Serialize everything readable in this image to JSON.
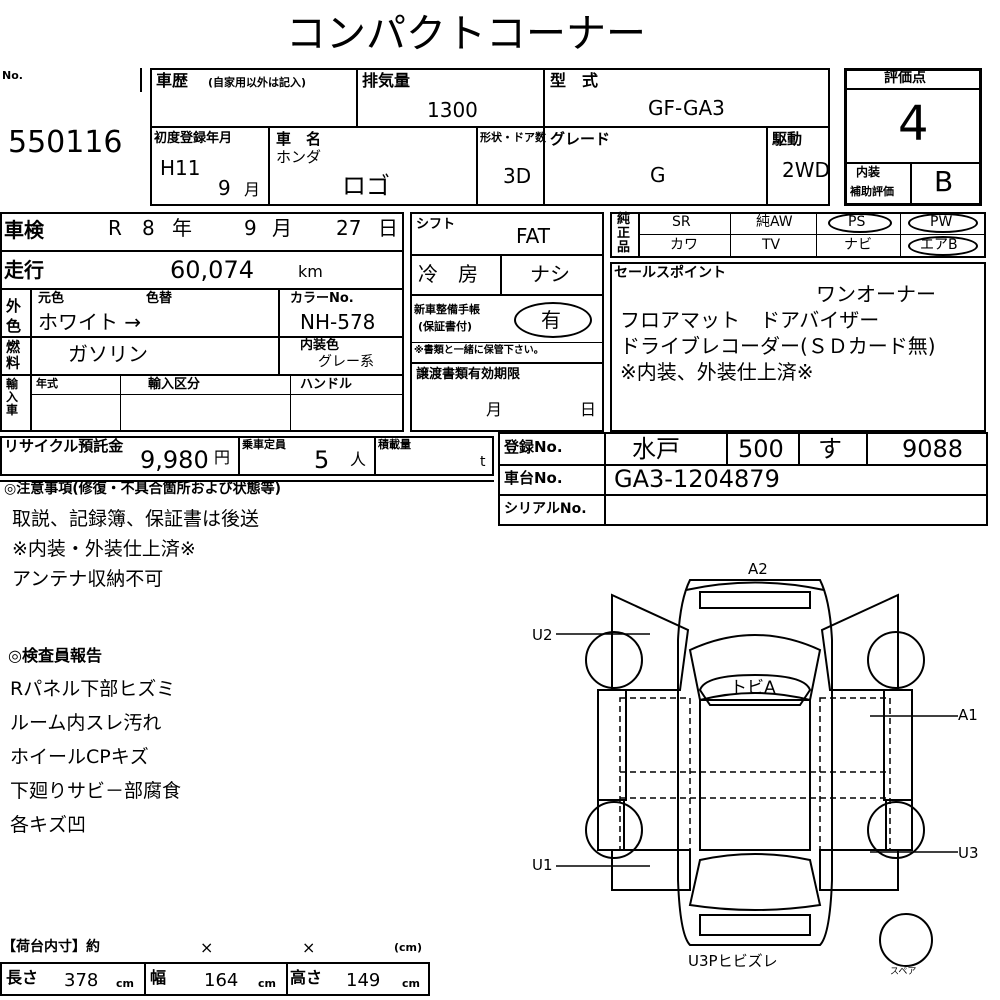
{
  "header": {
    "title": "コンパクトコーナー"
  },
  "lot": {
    "label": "No.",
    "number": "550116"
  },
  "history": {
    "label": "車歴",
    "note": "(自家用以外は記入)"
  },
  "displacement": {
    "label": "排気量",
    "value": "1300"
  },
  "model": {
    "label": "型　式",
    "value": "GF-GA3"
  },
  "first_reg": {
    "label": "初度登録年月",
    "era": "H11",
    "month": "9",
    "month_unit": "月"
  },
  "car_name": {
    "label": "車　名",
    "maker": "ホンダ",
    "name": "ロゴ"
  },
  "shape": {
    "label": "形状・ドア数",
    "value": "3D"
  },
  "grade": {
    "label": "グレード",
    "value": "G"
  },
  "drive": {
    "label": "駆動",
    "value": "2WD"
  },
  "score": {
    "label": "評価点",
    "value": "4",
    "interior_label_1": "内装",
    "interior_label_2": "補助評価",
    "interior_value": "B"
  },
  "inspection": {
    "label": "車検",
    "era": "R",
    "year": "8",
    "year_unit": "年",
    "month": "9",
    "month_unit": "月",
    "day": "27",
    "day_unit": "日"
  },
  "shift": {
    "label": "シフト",
    "value": "FAT"
  },
  "equipment": {
    "label": "純正品",
    "items": [
      "SR",
      "純AW",
      "PS",
      "PW",
      "カワ",
      "TV",
      "ナビ",
      "エアB"
    ]
  },
  "mileage": {
    "label": "走行",
    "value": "60,074",
    "unit": "km"
  },
  "aircon": {
    "label": "冷　房",
    "value": "ナシ"
  },
  "sales_points": {
    "label": "セールスポイント",
    "lines": [
      "ワンオーナー",
      "フロアマット　ドアバイザー",
      "ドライブレコーダー(ＳＤカード無)",
      "※内装、外装仕上済※"
    ]
  },
  "color": {
    "label": "外色",
    "orig_label": "元色",
    "change_label": "色替",
    "value": "ホワイト →",
    "code_label": "カラーNo.",
    "code": "NH-578",
    "interior_label": "内装色",
    "interior": "グレー系"
  },
  "manual": {
    "label": "新車整備手帳",
    "sub": "(保証書付)",
    "value": "有",
    "note": "※書類と一緒に保管下さい。"
  },
  "fuel": {
    "label": "燃料",
    "value": "ガソリン"
  },
  "import": {
    "label": "輸入車",
    "year_label": "年式",
    "type_label": "輸入区分",
    "handle_label": "ハンドル"
  },
  "transfer_docs": {
    "label": "譲渡書類有効期限",
    "month_unit": "月",
    "day_unit": "日"
  },
  "recycle": {
    "label": "リサイクル預託金",
    "value": "9,980",
    "unit": "円"
  },
  "capacity": {
    "label": "乗車定員",
    "value": "5",
    "unit": "人"
  },
  "load": {
    "label": "積載量",
    "unit": "t"
  },
  "registration": {
    "label": "登録No.",
    "region": "水戸",
    "class": "500",
    "kana": "す",
    "number": "9088"
  },
  "chassis": {
    "label": "車台No.",
    "value": "GA3-1204879"
  },
  "serial": {
    "label": "シリアルNo."
  },
  "notes": {
    "label": "◎注意事項(修復・不具合箇所および状態等)",
    "lines": [
      "取説、記録簿、保証書は後送",
      "※内装・外装仕上済※",
      "アンテナ収納不可"
    ]
  },
  "inspector": {
    "label": "◎検査員報告",
    "lines": [
      "Rパネル下部ヒズミ",
      "ルーム内スレ汚れ",
      "ホイールCPキズ",
      "下廻りサビ－部腐食",
      "各キズ凹"
    ]
  },
  "diagram": {
    "labels": {
      "a2": "A2",
      "u2": "U2",
      "a1": "A1",
      "u1": "U1",
      "u3": "U3",
      "roof": "トビA",
      "rear": "U3Pヒビズレ",
      "spare": "スペア"
    }
  },
  "cargo": {
    "label": "【荷台内寸】約",
    "x1": "×",
    "x2": "×",
    "unit": "(cm)",
    "length_label": "長さ",
    "length": "378",
    "width_label": "幅",
    "width": "164",
    "height_label": "高さ",
    "height": "149",
    "cm": "cm"
  }
}
